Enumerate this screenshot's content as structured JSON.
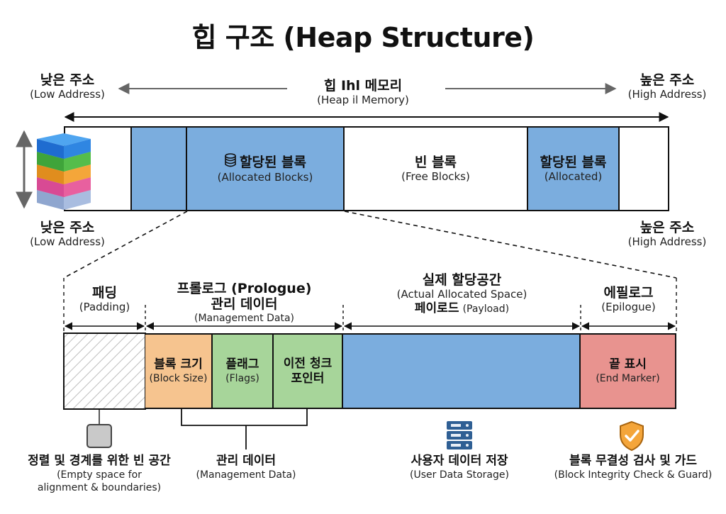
{
  "title": "힙 구조 (Heap Structure)",
  "top_axis": {
    "low": {
      "ko": "낮은 주소",
      "en": "(Low Address)"
    },
    "high": {
      "ko": "높은 주소",
      "en": "(High Address)"
    },
    "center": {
      "ko": "힙 Ihl 메모리",
      "en": "(Heap il Memory)"
    }
  },
  "memory_bar": {
    "allocated_main": {
      "ko": "할당된 블록",
      "en": "(Allocated Blocks)"
    },
    "free": {
      "ko": "빈 블록",
      "en": "(Free Blocks)"
    },
    "allocated_right": {
      "ko": "할당된 블록",
      "en": "(Allocated)"
    }
  },
  "bottom_axis": {
    "low": {
      "ko": "낮은 주소",
      "en": "(Low Address)"
    },
    "high": {
      "ko": "높은 주소",
      "en": "(High Address)"
    }
  },
  "detail": {
    "padding_header": {
      "ko": "패딩",
      "en": "(Padding)"
    },
    "prologue_header": {
      "ko": "프롤로그 (Prologue)",
      "ko2": "관리 데이터",
      "en": "(Management Data)"
    },
    "payload_header": {
      "ko": "실제 할당공간",
      "en": "(Actual Allocated Space)",
      "ko2": "페이로드",
      "en2": "(Payload)"
    },
    "epilogue_header": {
      "ko": "에필로그",
      "en": "(Epilogue)"
    },
    "block_size": {
      "ko": "블록 크기",
      "en": "(Block Size)"
    },
    "flags": {
      "ko": "플래그",
      "en": "(Flags)"
    },
    "prev_pointer": {
      "ko": "이전 청크",
      "ko2": "포인터"
    },
    "end_marker": {
      "ko": "끝 표시",
      "en": "(End Marker)"
    }
  },
  "legend": {
    "alignment": {
      "ko": "정렬 및 경계를 위한 빈 공간",
      "en": "(Empty space for",
      "en2": "alignment & boundaries)"
    },
    "management": {
      "ko": "관리 데이터",
      "en": "(Management Data)"
    },
    "user_data": {
      "ko": "사용자 데이터 저장",
      "en": "(User Data Storage)"
    },
    "integrity": {
      "ko": "블록 무결성 검사 및 가드",
      "en": "(Block Integrity Check & Guard)"
    }
  },
  "colors": {
    "allocated_blue": "#7badde",
    "block_size_orange": "#f6c48f",
    "flags_green": "#a7d59a",
    "prev_pointer_green": "#a7d59a",
    "end_marker_red": "#e8938f"
  },
  "icons": [
    "memory-stack-icon",
    "database-icon",
    "gray-square-icon",
    "server-icon",
    "shield-check-icon"
  ]
}
